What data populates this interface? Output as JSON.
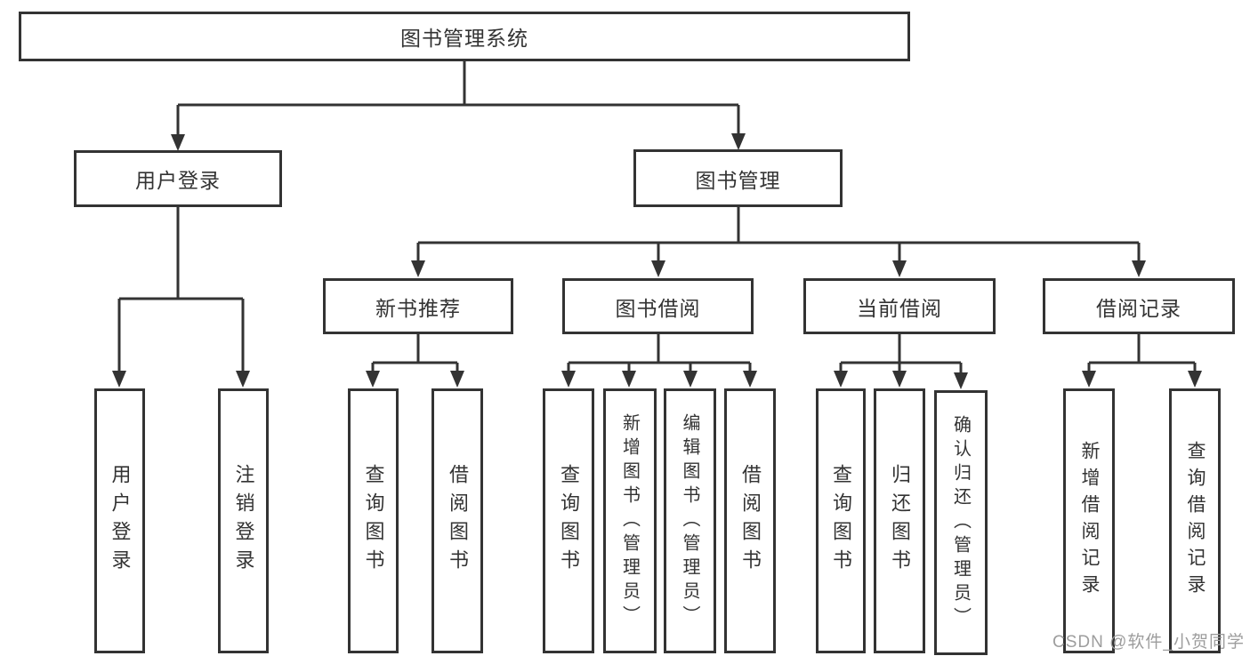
{
  "diagram": {
    "title": "图书管理系统",
    "watermark": "CSDN @软件_小贺同学",
    "colors": {
      "line": "#333333",
      "text": "#333333",
      "box_background": "#ffffff",
      "page_background": "#ffffff",
      "watermark": "#9d9d9d"
    },
    "tree": {
      "label": "图书管理系统",
      "children": [
        {
          "label": "用户登录",
          "children": [
            {
              "label": "用户登录"
            },
            {
              "label": "注销登录"
            }
          ]
        },
        {
          "label": "图书管理",
          "children": [
            {
              "label": "新书推荐",
              "children": [
                {
                  "label": "查询图书"
                },
                {
                  "label": "借阅图书"
                }
              ]
            },
            {
              "label": "图书借阅",
              "children": [
                {
                  "label": "查询图书"
                },
                {
                  "label": "新增图书（管理员）"
                },
                {
                  "label": "编辑图书（管理员）"
                },
                {
                  "label": "借阅图书"
                }
              ]
            },
            {
              "label": "当前借阅",
              "children": [
                {
                  "label": "查询图书"
                },
                {
                  "label": "归还图书"
                },
                {
                  "label": "确认归还（管理员）"
                }
              ]
            },
            {
              "label": "借阅记录",
              "children": [
                {
                  "label": "新增借阅记录"
                },
                {
                  "label": "查询借阅记录"
                }
              ]
            }
          ]
        }
      ]
    }
  }
}
